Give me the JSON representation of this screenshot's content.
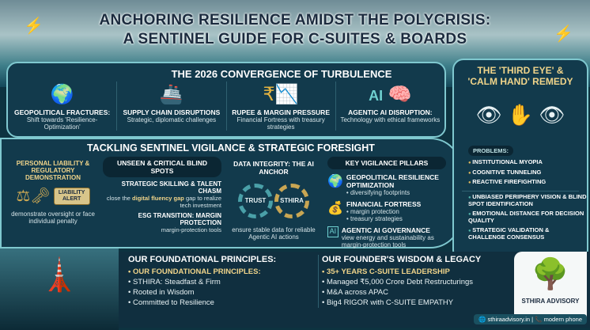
{
  "title": {
    "line1": "ANCHORING RESILIENCE AMIDST THE POLYCRISIS:",
    "line2": "A SENTINEL GUIDE FOR C-SUITES & BOARDS"
  },
  "convergence": {
    "title": "THE 2026 CONVERGENCE OF TURBULENCE",
    "items": [
      {
        "icon": "globe-lightning",
        "heading": "GEOPOLITICAL FRACTURES:",
        "text": "Shift towards 'Resilience-Optimization'"
      },
      {
        "icon": "cargo-ship",
        "heading": "SUPPLY CHAIN DISRUPTIONS",
        "text": "Strategic, diplomatic challenges"
      },
      {
        "icon": "rupee-chart",
        "heading": "RUPEE & MARGIN PRESSURE",
        "text": "Financial Fortress with treasury strategies"
      },
      {
        "icon": "ai-brain",
        "heading": "AGENTIC AI DISRUPTION:",
        "text": "Technology with ethical frameworks",
        "ai_label": "AI"
      }
    ]
  },
  "tackling": {
    "title": "TACKLING SENTINEL VIGILANCE & STRATEGIC FORESIGHT",
    "liability": {
      "heading": "PERSONAL LIABILITY & REGULATORY DEMONSTRATION",
      "alert": "LIABILITY ALERT",
      "text": "demonstrate oversight or face individual penalty"
    },
    "blind_spots": {
      "title": "UNSEEN & CRITICAL BLIND SPOTS",
      "item1": "STRATEGIC SKILLING & TALENT CHASM",
      "text_pre": "close the ",
      "text_hl": "digital fluency gap",
      "text_post": " gap to realize tech investment",
      "item2": "ESG TRANSITION: MARGIN PROTECTION",
      "item2_text": "margin-protection tools"
    },
    "data": {
      "heading": "DATA INTEGRITY: THE AI ANCHOR",
      "gear1": "TRUST",
      "gear2": "STHIRA",
      "text": "ensure stable data for reliable Agentic AI actions"
    },
    "pillars": {
      "title": "KEY VIGILANCE PILLARS",
      "items": [
        {
          "heading": "GEOPOLITICAL RESILIENCE OPTIMIZATION",
          "lines": [
            "• diversifying footprints"
          ]
        },
        {
          "heading": "FINANCIAL FORTRESS",
          "lines": [
            "• margin protection",
            "• treasury strategies"
          ]
        },
        {
          "heading": "AGENTIC AI GOVERNANCE",
          "lines": [
            "view energy and sustainability as margin-protection tools"
          ]
        }
      ]
    }
  },
  "remedy": {
    "title1": "THE 'THIRD EYE' &",
    "title2": "'CALM HAND' REMEDY",
    "problems_label": "PROBLEMS:",
    "problems": [
      "INSTITUTIONAL MYOPIA",
      "COGNITIVE TUNNELING",
      "REACTIVE FIREFIGHTING"
    ],
    "solutions": [
      "UNBIASED PERIPHERY VISION & BLIND SPOT IDENTIFICATION",
      "EMOTIONAL DISTANCE FOR DECISION QUALITY",
      "STRATEGIC VALIDATION & CHALLENGE CONSENSUS"
    ]
  },
  "principles": {
    "title": "OUR FOUNDATIONAL PRINCIPLES:",
    "items": [
      "OUR FOUNDATIONAL PRINCIPLES:",
      "STHIRA: Steadfast & Firm",
      "Rooted in Wisdom",
      "Committed to Resilience"
    ]
  },
  "founder": {
    "title": "OUR FOUNDER'S WISDOM & LEGACY",
    "items": [
      "35+ YEARS C-SUITE LEADERSHIP",
      "Managed ₹5,000 Crore Debt Restructurings",
      "M&A across APAC",
      "Big4 RIGOR with C-SUITE EMPATHY"
    ]
  },
  "brand": {
    "name": "STHIRA ADVISORY",
    "website": "sthiraadvisory.in",
    "phone": "modern phone"
  }
}
